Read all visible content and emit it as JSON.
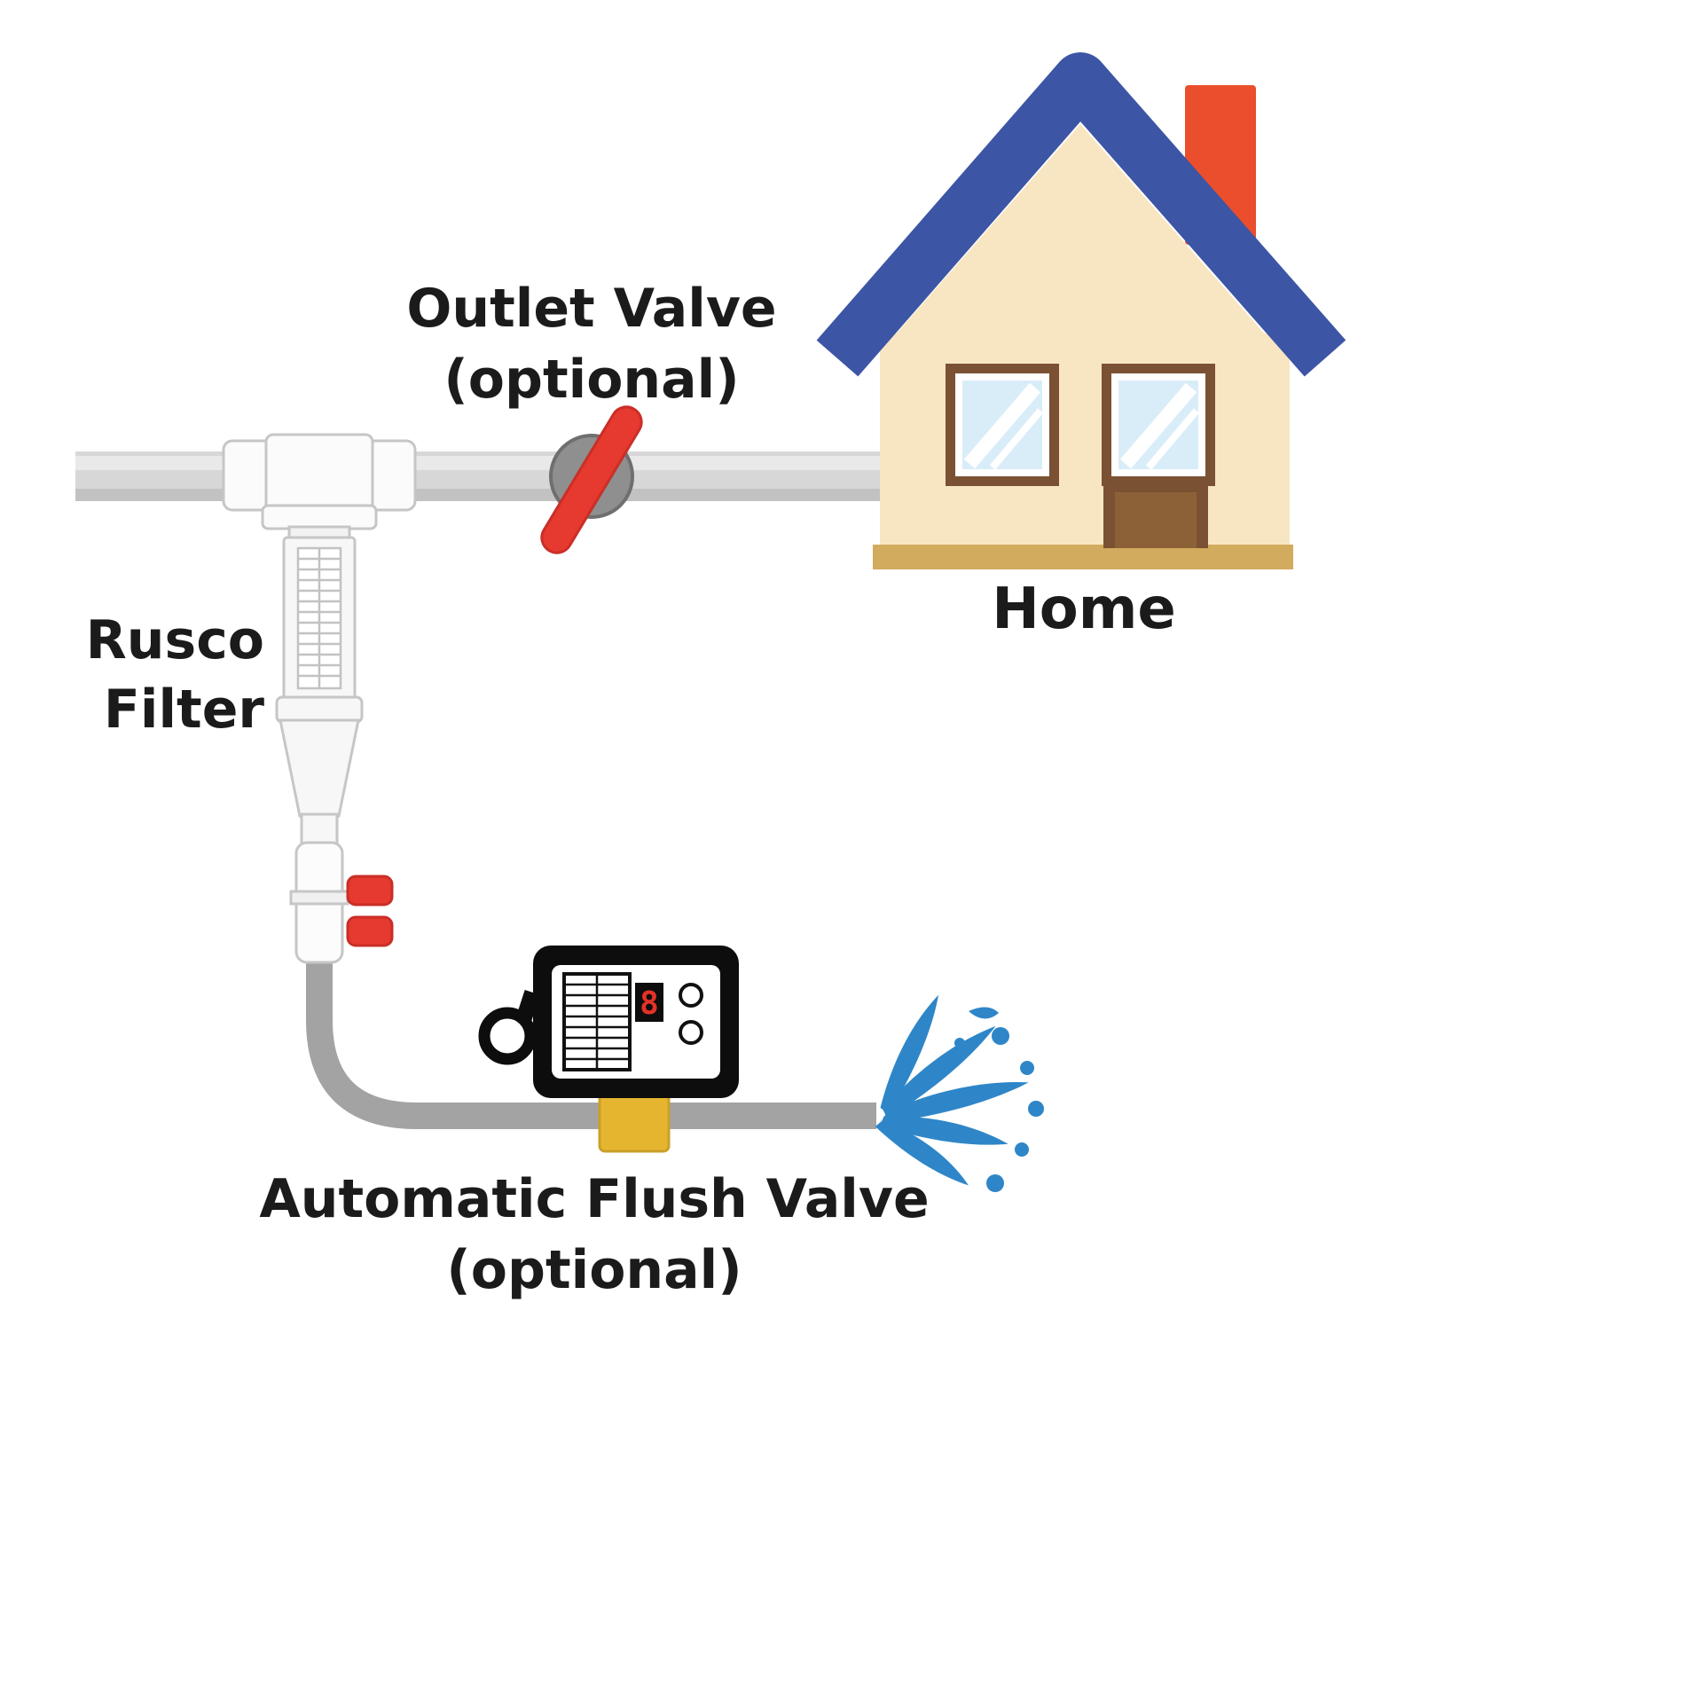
{
  "diagram": {
    "labels": {
      "outlet_valve": {
        "line1": "Outlet Valve",
        "line2": "(optional)"
      },
      "home": "Home",
      "rusco_filter": {
        "line1": "Rusco",
        "line2": "Filter"
      },
      "flush_valve": {
        "line1": "Automatic Flush Valve",
        "line2": "(optional)"
      }
    },
    "controller": {
      "digit": "8"
    },
    "colors": {
      "pipe_light": "#d7d7d7",
      "pipe_highlight": "#e9e9e9",
      "pipe_shadow": "#c2c2c2",
      "pipe_dark": "#a3a3a3",
      "valve_red": "#e6392f",
      "valve_hub_gray": "#8f8f8f",
      "roof_blue": "#3c55a5",
      "chimney_orange": "#ea4e2c",
      "house_cream": "#f8e6c2",
      "house_base_tan": "#d2ab5e",
      "frame_brown": "#7b5133",
      "door_inner_brown": "#8d6137",
      "glass_blue": "#d9edf9",
      "water_blue": "#2e86c8",
      "brass_yellow": "#e6b52f",
      "controller_black": "#0d0d0d",
      "digit_red": "#e53126",
      "text_black": "#1b1b1b"
    }
  }
}
